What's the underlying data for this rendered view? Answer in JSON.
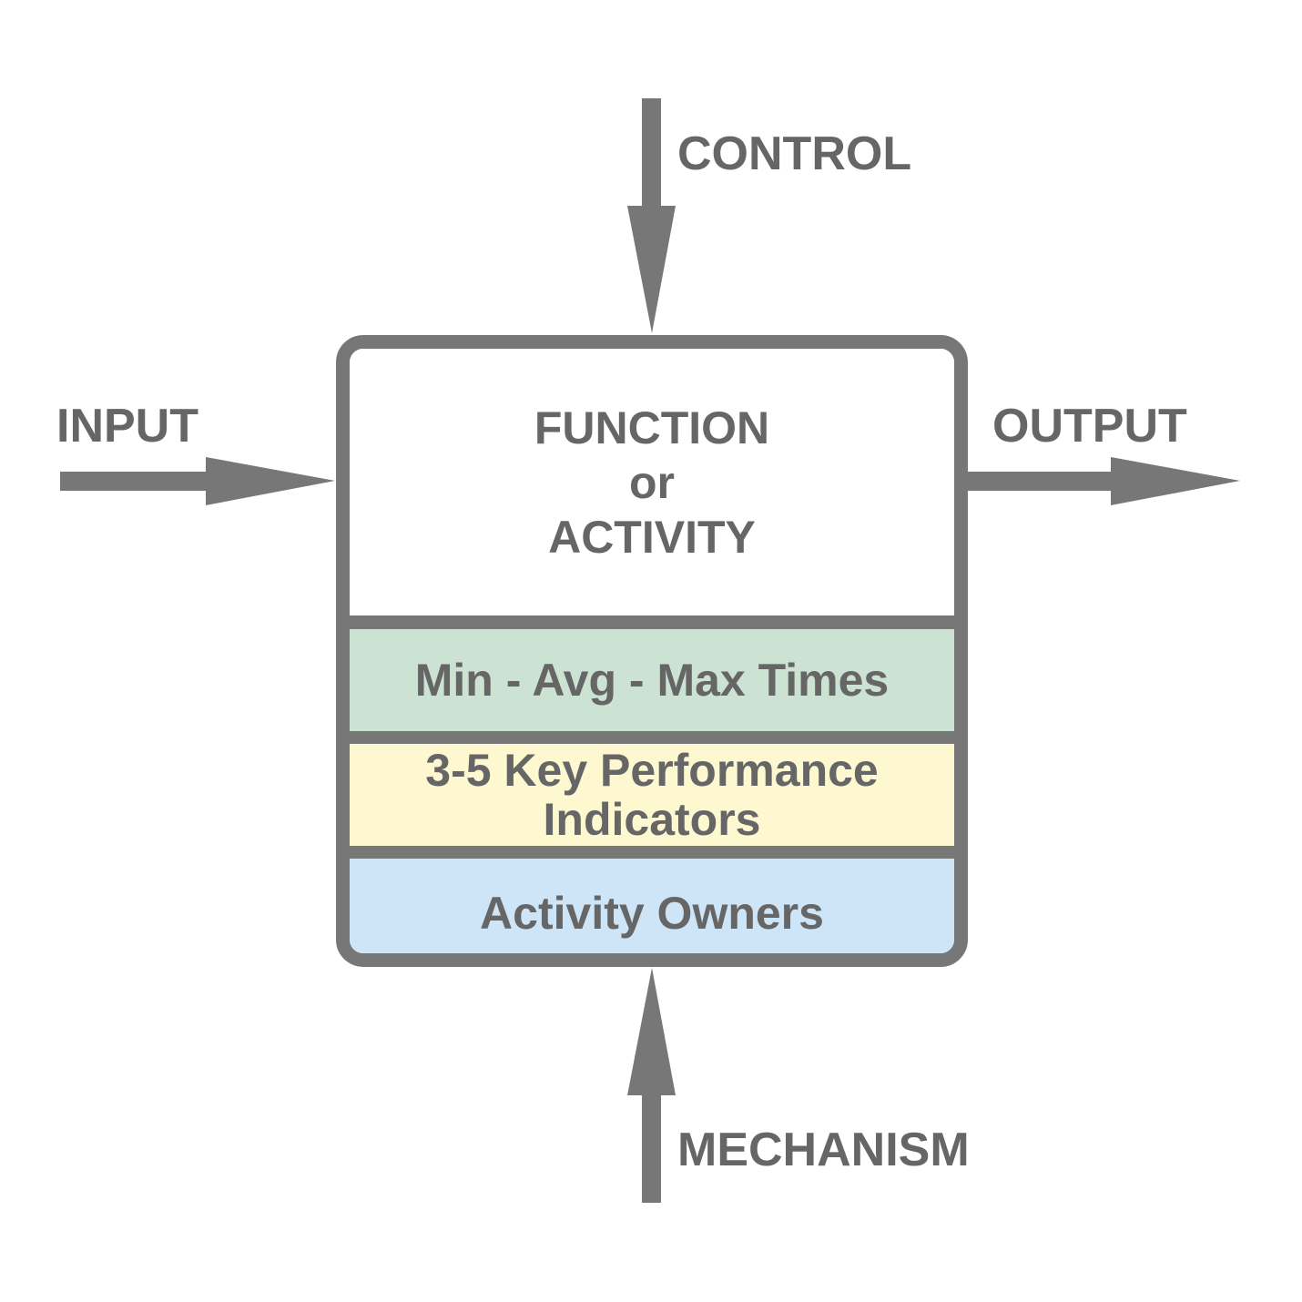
{
  "colors": {
    "stroke": "#777777",
    "text": "#666666",
    "times_fill": "#cce3d3",
    "kpi_fill": "#fef8d0",
    "owners_fill": "#cde5f7"
  },
  "labels": {
    "control": "CONTROL",
    "input": "INPUT",
    "output": "OUTPUT",
    "mechanism": "MECHANISM"
  },
  "box": {
    "function_line1": "FUNCTION",
    "function_line2": "or",
    "function_line3": "ACTIVITY",
    "times": "Min - Avg - Max Times",
    "kpi_line1": "3-5 Key Performance",
    "kpi_line2": "Indicators",
    "owners": "Activity Owners"
  }
}
